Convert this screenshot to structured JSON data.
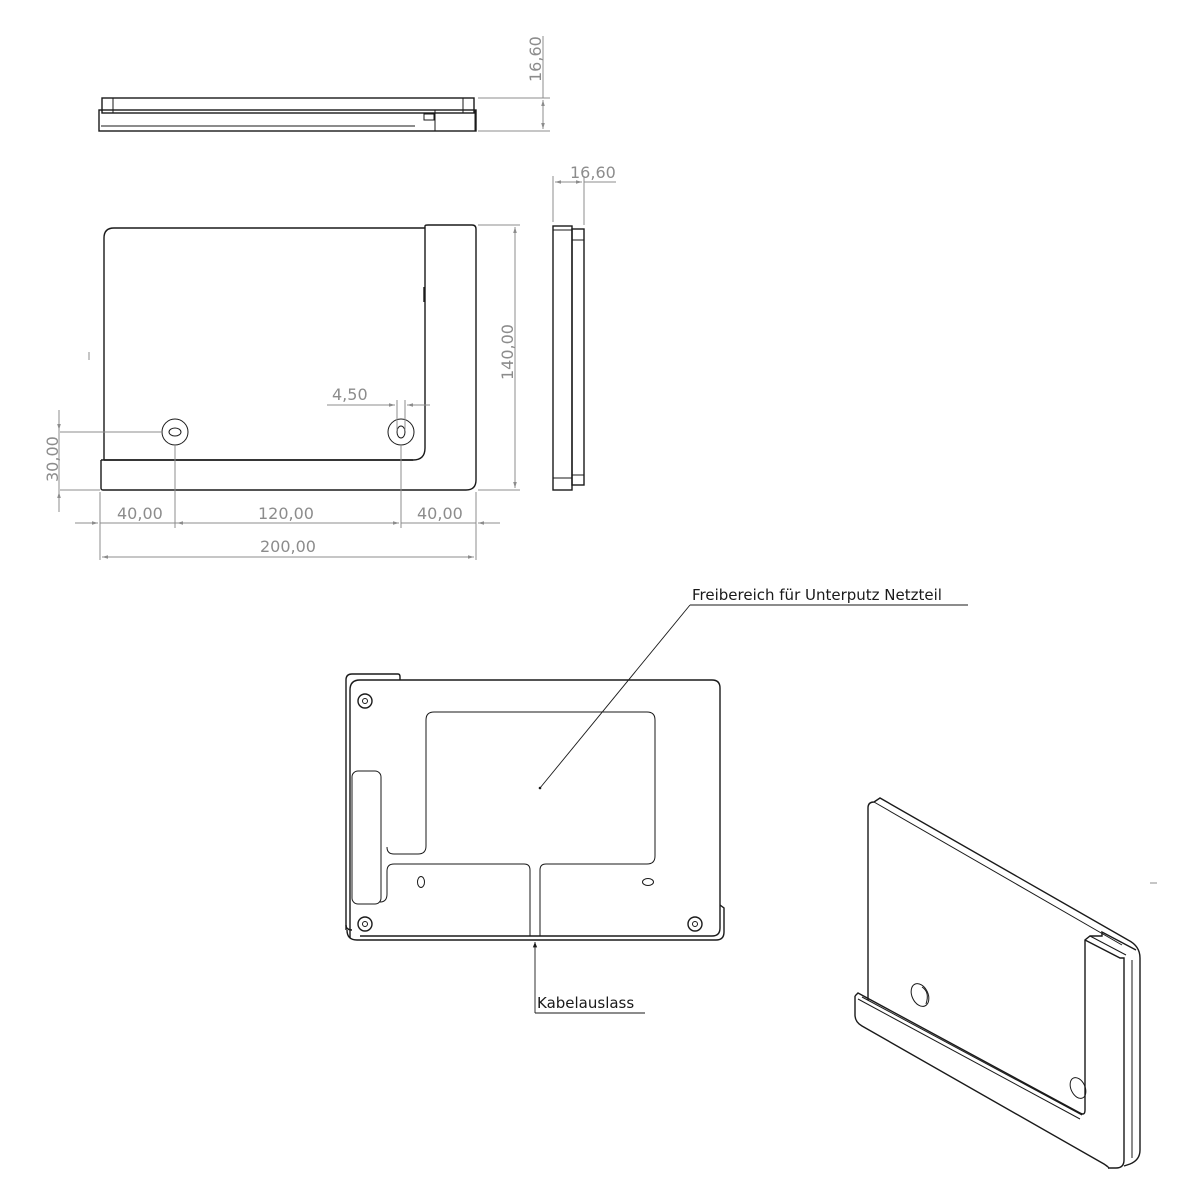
{
  "drawing": {
    "units": "mm",
    "colors": {
      "part_line": "#1a1a1a",
      "dimension_line": "#8c8c8c",
      "background": "#ffffff"
    }
  },
  "top_view": {
    "dimensions": {
      "height": "16,60"
    }
  },
  "side_view": {
    "dimensions": {
      "depth": "16,60"
    }
  },
  "front_view": {
    "dimensions": {
      "overall_width": "200,00",
      "overall_height": "140,00",
      "hole_left_offset": "40,00",
      "hole_spacing": "120,00",
      "hole_right_offset": "40,00",
      "hole_height": "30,00",
      "slot_width": "4,50"
    }
  },
  "rear_view": {
    "callouts": {
      "recess": "Freibereich für Unterputz Netzteil",
      "cable_outlet": "Kabelauslass"
    }
  },
  "isometric_view": {
    "label": ""
  }
}
